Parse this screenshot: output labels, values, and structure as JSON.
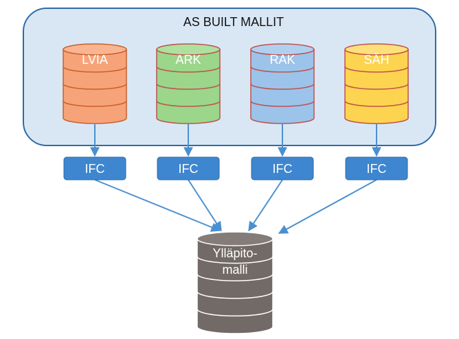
{
  "container": {
    "title": "AS BUILT MALLIT",
    "fill": "#d9e7f5",
    "stroke": "#2e6aa8"
  },
  "databases": [
    {
      "label": "LVIA",
      "fill": "#f7a37a",
      "stroke": "#c8602a",
      "band": "#f9b491"
    },
    {
      "label": "ARK",
      "fill": "#9bd68a",
      "stroke": "#c0504d",
      "band": "#aee09f"
    },
    {
      "label": "RAK",
      "fill": "#9cc3ea",
      "stroke": "#c0504d",
      "band": "#b0d0f0"
    },
    {
      "label": "SÄH",
      "fill": "#fdd44f",
      "stroke": "#c0504d",
      "band": "#fee07a"
    }
  ],
  "ifc_boxes": [
    {
      "label": "IFC"
    },
    {
      "label": "IFC"
    },
    {
      "label": "IFC"
    },
    {
      "label": "IFC"
    }
  ],
  "ifc_fill": "#3e86cf",
  "arrow_color": "#4a90d0",
  "target": {
    "line1": "Ylläpito-",
    "line2": "malli",
    "fill": "#716a66",
    "band": "#837c78",
    "stroke": "#ffffff"
  }
}
